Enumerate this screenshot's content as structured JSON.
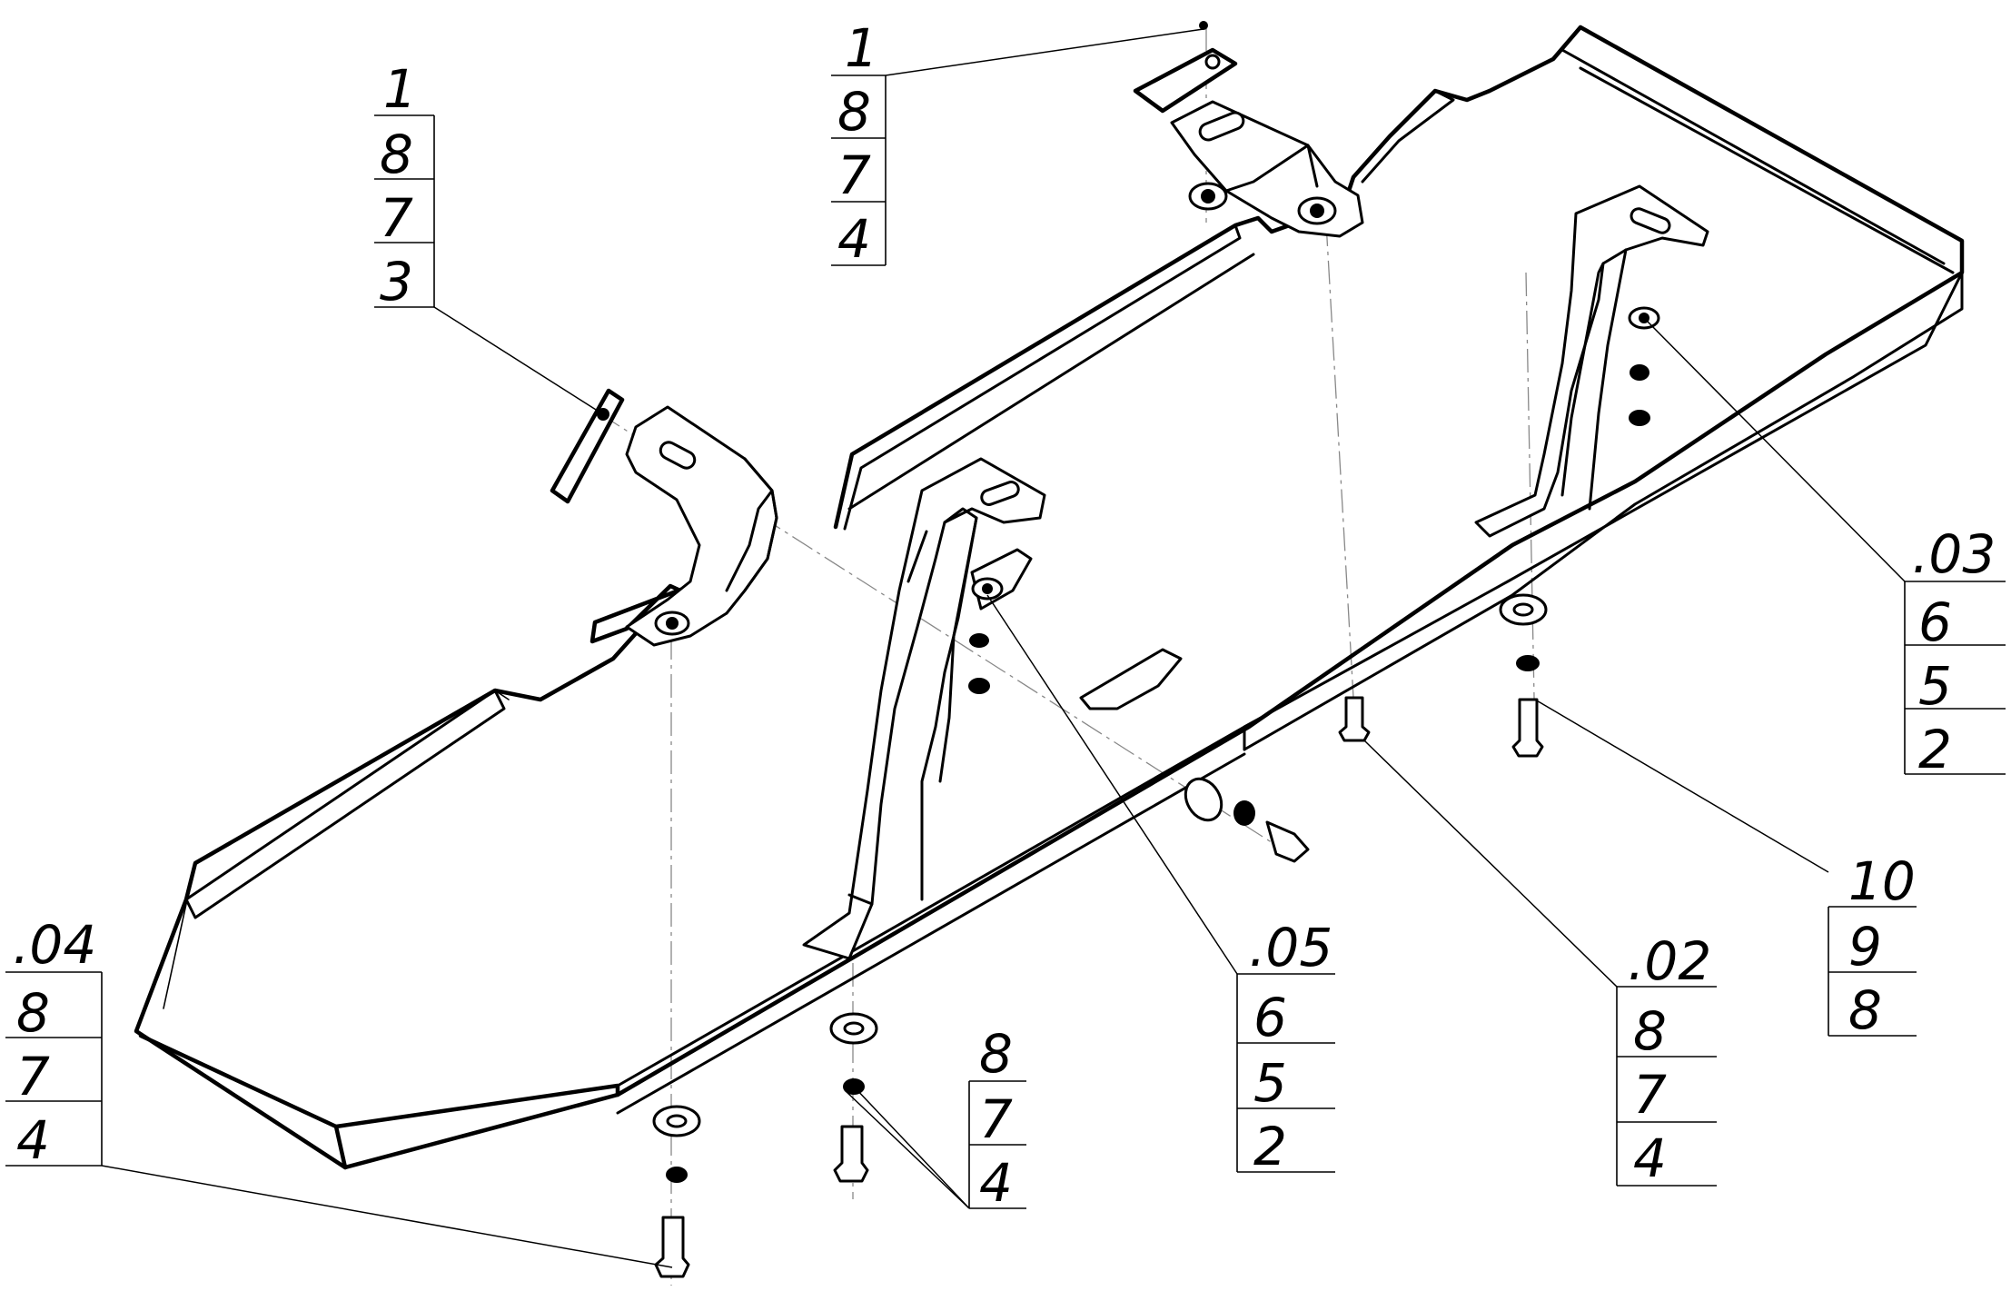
{
  "callouts": {
    "top_left": {
      "items": [
        "1",
        "8",
        "7",
        "3"
      ]
    },
    "top_center": {
      "items": [
        "1",
        "8",
        "7",
        "4"
      ]
    },
    "right_03": {
      "items": [
        ".03",
        "6",
        "5",
        "2"
      ]
    },
    "right_10": {
      "items": [
        "10",
        "9",
        "8"
      ]
    },
    "bottom_02": {
      "items": [
        ".02",
        "8",
        "7",
        "4"
      ]
    },
    "center_05": {
      "items": [
        ".05",
        "6",
        "5",
        "2"
      ]
    },
    "bottom_mid": {
      "items": [
        "8",
        "7",
        "4"
      ]
    },
    "bottom_left_04": {
      "items": [
        ".04",
        "8",
        "7",
        "4"
      ]
    }
  }
}
